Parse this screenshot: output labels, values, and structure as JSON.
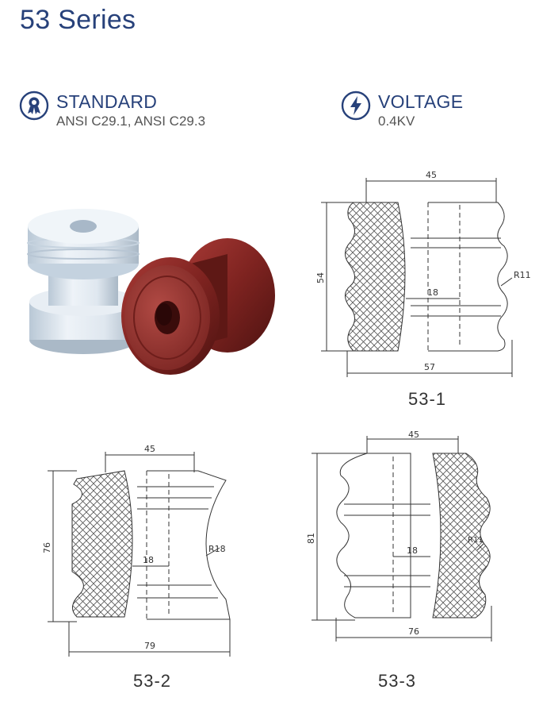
{
  "page": {
    "title": "53 Series"
  },
  "specs": {
    "standard": {
      "label": "STANDARD",
      "value": "ANSI C29.1, ANSI C29.3",
      "icon": "award-ribbon-icon"
    },
    "voltage": {
      "label": "VOLTAGE",
      "value": "0.4KV",
      "icon": "lightning-bolt-icon"
    }
  },
  "colors": {
    "accent": "#27417a",
    "white_insulator": "#d9e3ec",
    "brown_insulator": "#8a2a2a"
  },
  "drawings": [
    {
      "model": "53-1",
      "width_top": "45",
      "height": "54",
      "bore": "18",
      "base": "57",
      "radius": "R11"
    },
    {
      "model": "53-2",
      "width_top": "45",
      "height": "76",
      "bore": "18",
      "base": "79",
      "radius": "R18"
    },
    {
      "model": "53-3",
      "width_top": "45",
      "height": "81",
      "bore": "18",
      "base": "76",
      "radius": "R11"
    }
  ]
}
